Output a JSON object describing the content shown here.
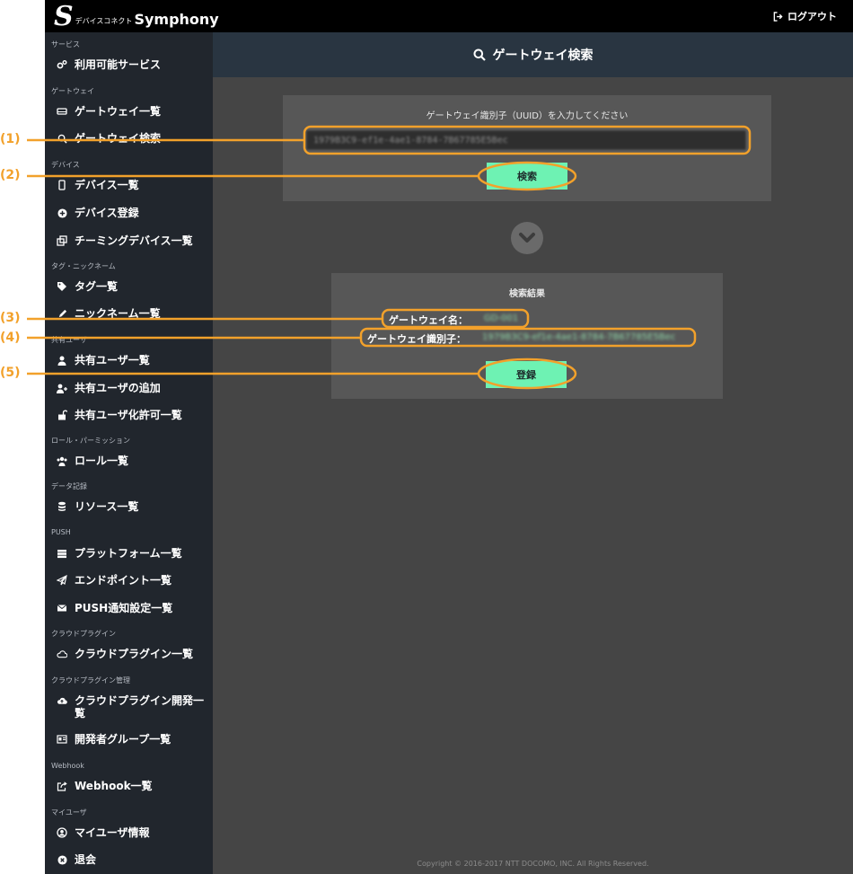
{
  "app": {
    "logo_small": "デバイスコネクト",
    "logo_brand": "Symphony",
    "logout_label": "ログアウト"
  },
  "sidebar": {
    "sections": {
      "service": "サービス",
      "gateway": "ゲートウェイ",
      "device": "デバイス",
      "tag": "タグ・ニックネーム",
      "shared": "共有ユーザ",
      "role": "ロール・パーミッション",
      "data": "データ記録",
      "push": "PUSH",
      "cloud": "クラウドプラグイン",
      "cloud_admin": "クラウドプラグイン管理",
      "webhook": "Webhook",
      "myuser": "マイユーザ"
    },
    "items": {
      "available_services": "利用可能サービス",
      "gateway_list": "ゲートウェイ一覧",
      "gateway_search": "ゲートウェイ検索",
      "device_list": "デバイス一覧",
      "device_register": "デバイス登録",
      "teaming_device_list": "チーミングデバイス一覧",
      "tag_list": "タグ一覧",
      "nickname_list": "ニックネーム一覧",
      "shared_user_list": "共有ユーザ一覧",
      "add_shared_user": "共有ユーザの追加",
      "shared_permit_list": "共有ユーザ化許可一覧",
      "role_list": "ロール一覧",
      "resource_list": "リソース一覧",
      "platform_list": "プラットフォーム一覧",
      "endpoint_list": "エンドポイント一覧",
      "push_settings_list": "PUSH通知設定一覧",
      "cloud_plugin_list": "クラウドプラグイン一覧",
      "cloud_plugin_dev_list": "クラウドプラグイン開発一覧",
      "developer_group_list": "開発者グループ一覧",
      "webhook_list": "Webhook一覧",
      "my_user_info": "マイユーザ情報",
      "withdraw": "退会"
    }
  },
  "page": {
    "title": "ゲートウェイ検索",
    "uuid_label": "ゲートウェイ識別子（UUID）を入力してください",
    "uuid_value": "1979B3C9-ef1e-4ae1-8784-7B67785E5Bec",
    "search_button": "検索",
    "result_title": "検索結果",
    "gateway_name_label": "ゲートウェイ名：",
    "gateway_name_value": "GD-001",
    "gateway_id_label": "ゲートウェイ識別子：",
    "gateway_id_value": "1979B3C9-ef1e-4ae1-8784-7B67785E5Bec",
    "register_button": "登録",
    "copyright": "Copyright © 2016-2017 NTT DOCOMO, INC. All Rights Reserved."
  },
  "callouts": {
    "c1": "(1)",
    "c2": "(2)",
    "c3": "(3)",
    "c4": "(4)",
    "c5": "(5)"
  },
  "colors": {
    "callout": "#f2a12b",
    "button": "#6ef2b3",
    "sidebar": "#21262d",
    "header": "#293541"
  }
}
